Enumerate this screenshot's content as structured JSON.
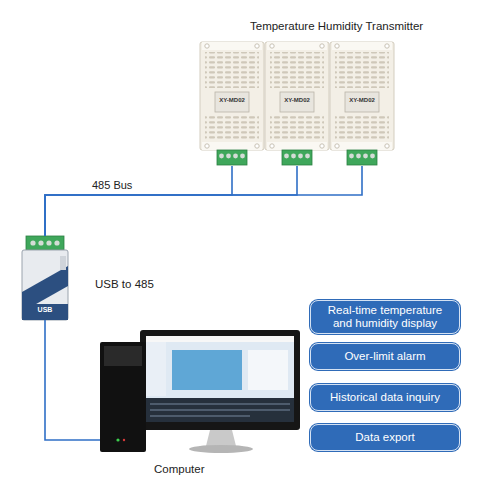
{
  "diagram": {
    "title": "Temperature Humidity Transmitter",
    "nodes": [
      {
        "text": [
          "XY-MD02"
        ]
      },
      {
        "text": [
          "XY-MD02"
        ]
      },
      {
        "text": [
          "XY-MD02"
        ]
      },
      {
        "text": [
          "USB to 485",
          "USB"
        ]
      },
      {
        "text": [
          "Real-time temperature and humidity display"
        ]
      },
      {
        "text": [
          "Over-limit alarm"
        ]
      },
      {
        "text": [
          "Historical data inquiry"
        ]
      },
      {
        "text": [
          "Data export"
        ]
      },
      {
        "text": [
          "Computer"
        ]
      }
    ],
    "edges": [
      {
        "from": 0,
        "to": 3,
        "arrow": "none",
        "label": "485 Bus"
      },
      {
        "from": 1,
        "to": 3,
        "arrow": "none"
      },
      {
        "from": 2,
        "to": 3,
        "arrow": "none"
      },
      {
        "from": 3,
        "to": 8,
        "arrow": "none"
      }
    ]
  }
}
